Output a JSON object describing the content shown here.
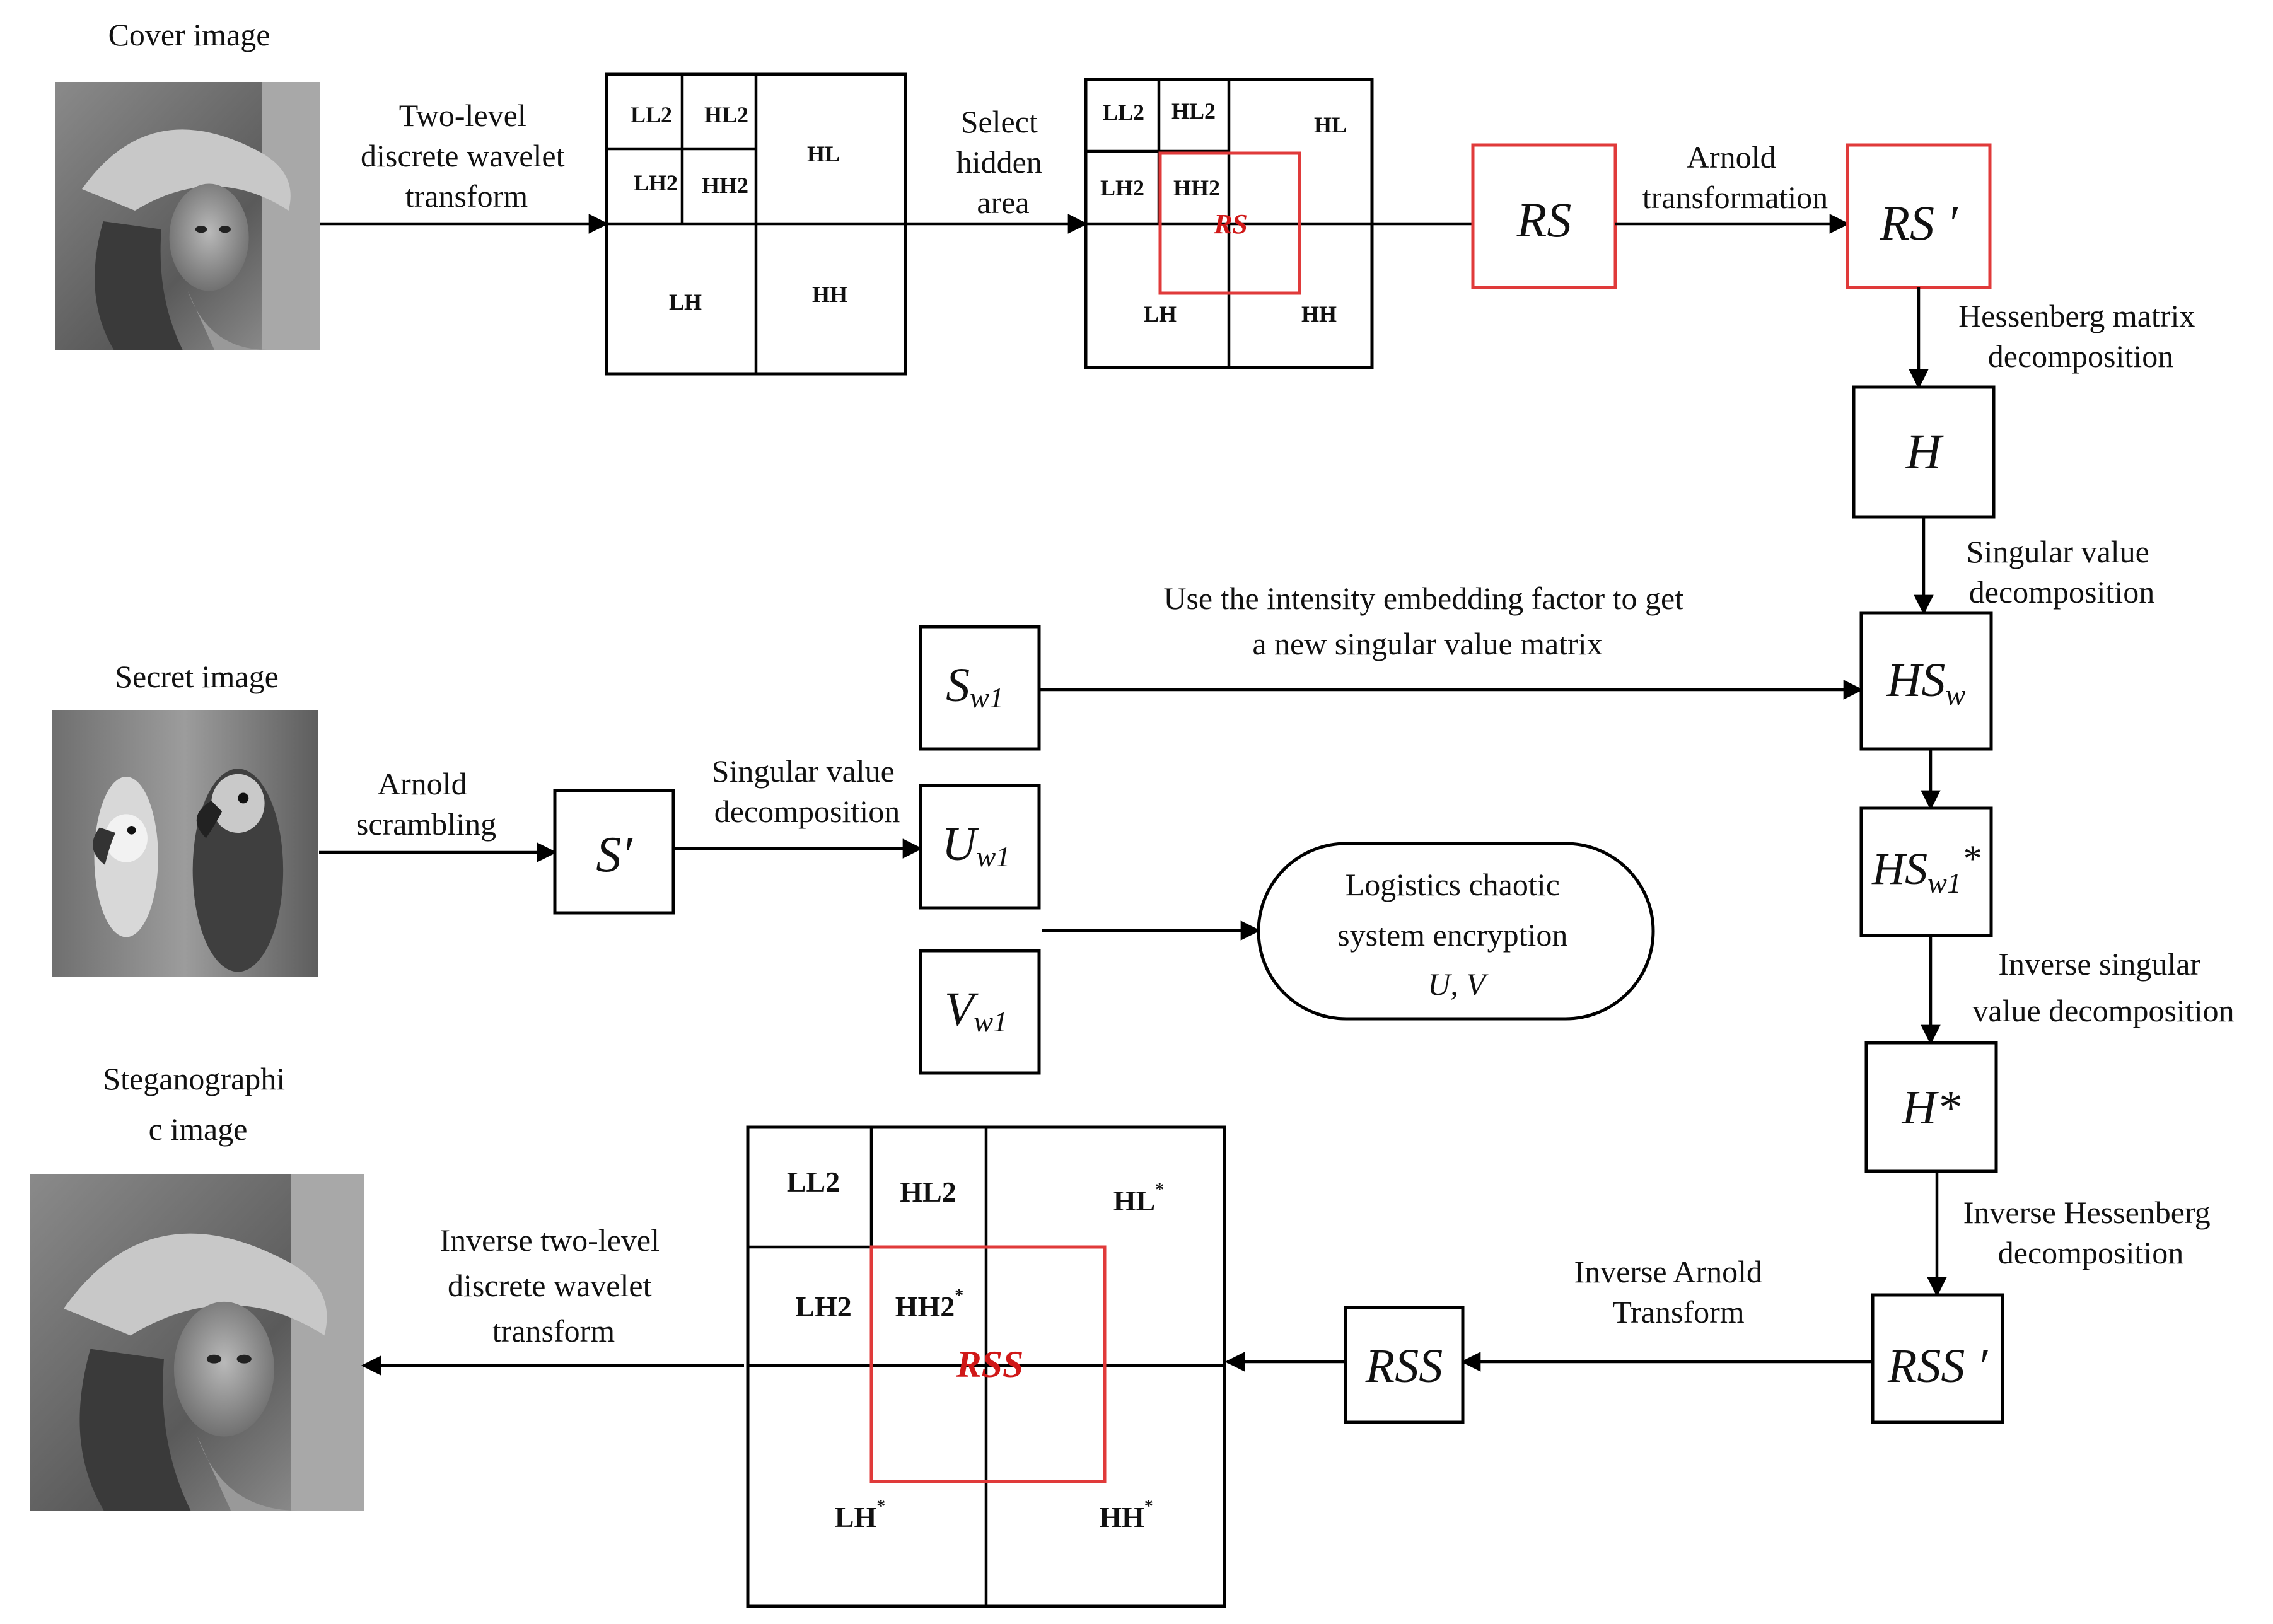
{
  "colors": {
    "line": "#000000",
    "highlight": "#e03a3a",
    "highlight_text": "#d01818"
  },
  "images": {
    "cover": {
      "caption": "Cover image",
      "icon": "portrait-photo-icon"
    },
    "secret": {
      "caption": "Secret image",
      "icon": "parrots-photo-icon"
    },
    "stego": {
      "caption_line1": "Steganographi",
      "caption_line2": "c image",
      "icon": "portrait-photo-icon"
    }
  },
  "steps": {
    "dwt": [
      "Two-level",
      "discrete wavelet",
      "transform"
    ],
    "select": [
      "Select",
      "hidden",
      "area"
    ],
    "arnold": [
      "Arnold",
      "transformation"
    ],
    "hessenberg": [
      "Hessenberg matrix",
      "decomposition"
    ],
    "svd1": [
      "Singular value",
      "decomposition"
    ],
    "embed": [
      "Use the intensity embedding factor to get",
      "a new singular value matrix"
    ],
    "arnold_scramble": [
      "Arnold",
      "scrambling"
    ],
    "svd2": [
      "Singular value",
      "decomposition"
    ],
    "inv_svd": [
      "Inverse singular",
      "value decomposition"
    ],
    "inv_hess": [
      "Inverse Hessenberg",
      "decomposition"
    ],
    "inv_arnold": [
      "Inverse Arnold",
      "Transform"
    ],
    "inv_dwt": [
      "Inverse two-level",
      "discrete wavelet",
      "transform"
    ]
  },
  "subbands1": {
    "ll2": "LL2",
    "hl2": "HL2",
    "lh2": "LH2",
    "hh2": "HH2",
    "hl": "HL",
    "lh": "LH",
    "hh": "HH"
  },
  "subbands2": {
    "ll2": "LL2",
    "hl2": "HL2",
    "lh2": "LH2",
    "hh2": "HH2",
    "hl": "HL",
    "lh": "LH",
    "hh": "HH",
    "region": "RS"
  },
  "subbands3": {
    "ll2": "LL2",
    "hl2": "HL2",
    "lh2": "LH2",
    "hh2": "HH2",
    "hl": "HL",
    "lh": "LH",
    "hh": "HH",
    "star": "*",
    "region": "RSS"
  },
  "nodes": {
    "rs": "RS",
    "rs_prime": "RS ′",
    "h": "H",
    "hsw_main": "HS",
    "hsw_sub": "w",
    "hsw1_main": "HS",
    "hsw1_sub": "w1",
    "hsw1_star": "*",
    "hstar": "H*",
    "rss_prime": "RSS ′",
    "rss": "RSS",
    "s_prime": "S′",
    "sw1_main": "S",
    "sw1_sub": "w1",
    "uw1_main": "U",
    "uw1_sub": "w1",
    "vw1_main": "V",
    "vw1_sub": "w1"
  },
  "logistics": [
    "Logistics chaotic",
    "system encryption",
    "U, V"
  ]
}
